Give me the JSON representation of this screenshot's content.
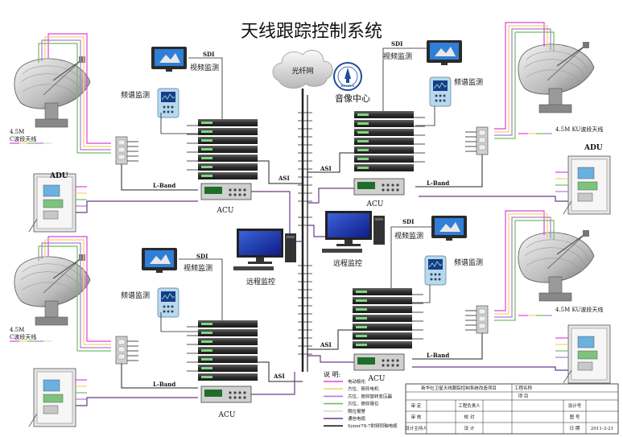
{
  "diagram": {
    "title": "天线跟踪控制系统",
    "network_label": "光纤网",
    "center_label": "音像中心",
    "logo_text": "BINHUA",
    "labels": {
      "sdi": "SDI",
      "video_monitor": "视频监测",
      "spectrum_monitor": "频谱监测",
      "lband": "L-Band",
      "asi": "ASI",
      "acu": "ACU",
      "adu": "ADU",
      "remote_monitor": "远程监控",
      "ant_c_size": "4.5M",
      "ant_c_band": "C波段天线",
      "ant_ku": "4.5M KU波段天线"
    },
    "legend": {
      "heading": "说 明:",
      "items": [
        {
          "text": "电动极化",
          "color": "#e040e0"
        },
        {
          "text": "方位、俯仰电机",
          "color": "#f2d36b"
        },
        {
          "text": "方位、俯仰旋转变压器",
          "color": "#b07ad8"
        },
        {
          "text": "方位、俯仰限位",
          "color": "#6fbf5a"
        },
        {
          "text": "限位报警",
          "color": "#d7d7d7"
        },
        {
          "text": "通信电缆",
          "color": "#6b3b8a"
        },
        {
          "text": "Syner78-7射频同轴电缆",
          "color": "#222222"
        }
      ]
    },
    "title_block": {
      "project_name": "新华社卫星天线跟踪控制系统改造项目",
      "label_project_title": "工程名称",
      "label_item": "项 目",
      "label_review": "审 定",
      "label_lead": "工程负责人",
      "label_check": "审 核",
      "label_proof": "校 对",
      "label_design_lead": "设计主持人",
      "label_design": "设 计",
      "label_design_no": "设计号",
      "label_drawing_no": "图 号",
      "label_date": "日 期",
      "date": "2011-3-21"
    }
  }
}
